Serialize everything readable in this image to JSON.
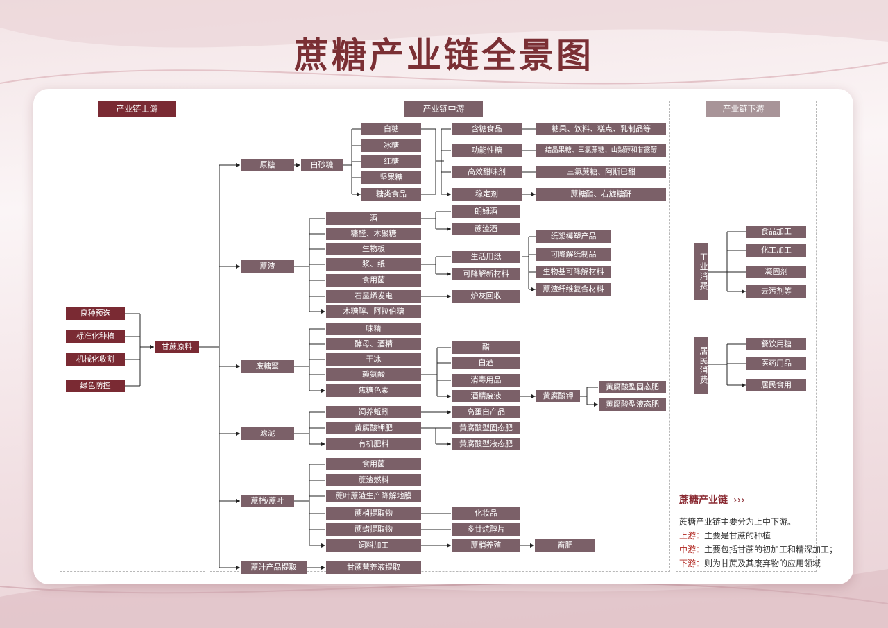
{
  "title": "蔗糖产业链全景图",
  "colors": {
    "dark": "#7a2a33",
    "node": "#7b6068",
    "light": "#a89498",
    "line": "#222222"
  },
  "sections": {
    "upstream": "产业链上游",
    "midstream": "产业链中游",
    "downstream": "产业链下游"
  },
  "upstream": {
    "items": [
      "良种预选",
      "标准化种植",
      "机械化收割",
      "绿色防控"
    ],
    "raw": "甘蔗原料"
  },
  "midstream": {
    "raw_sugar": {
      "label": "原糖",
      "white_sugar": "白砂糖",
      "products": [
        "白糖",
        "冰糖",
        "红糖",
        "坚果糖",
        "糖类食品"
      ],
      "apps": [
        "含糖食品",
        "功能性糖",
        "高效甜味剂",
        "稳定剂"
      ],
      "uses": [
        "糖果、饮料、糕点、乳制品等",
        "结晶果糖、三氯蔗糖、山梨醇和甘露醇",
        "三氯蔗糖、阿斯巴甜",
        "蔗糖酯、右旋糖酐"
      ]
    },
    "bagasse": {
      "label": "蔗渣",
      "products": [
        "酒",
        "糠醛、木聚糖",
        "生物板",
        "浆、纸",
        "食用菌",
        "石墨烯发电",
        "木糖醇、阿拉伯糖"
      ],
      "wines": [
        "朗姆酒",
        "蔗渣酒"
      ],
      "paper": [
        "生活用纸",
        "可降解新材料"
      ],
      "materials": [
        "纸浆模塑产品",
        "可降解纸制品",
        "生物基可降解材料",
        "蔗渣纤维复合材料"
      ],
      "ash": "炉灰回收"
    },
    "molasses": {
      "label": "废糖蜜",
      "products": [
        "味精",
        "酵母、酒精",
        "干冰",
        "赖氨酸",
        "焦糖色素"
      ],
      "derived": [
        "醋",
        "白酒",
        "消毒用品",
        "酒精废液"
      ],
      "potassium": "黄腐酸钾",
      "fertilizers": [
        "黄腐酸型固态肥",
        "黄腐酸型液态肥"
      ]
    },
    "filter_mud": {
      "label": "滤泥",
      "products": [
        "饲养蚯蚓",
        "黄腐酸钾肥",
        "有机肥料"
      ],
      "derived": [
        "高蛋白产品",
        "黄腐酸型固态肥",
        "黄腐酸型液态肥"
      ]
    },
    "tops_leaves": {
      "label": "蔗梢/蔗叶",
      "products": [
        "食用菌",
        "蔗渣燃料",
        "蔗叶蔗渣生产降解地膜",
        "蔗梢提取物",
        "蔗蜡提取物",
        "饲料加工"
      ],
      "derived": [
        "化妆品",
        "多廿烷醇片",
        "蔗梢养殖"
      ],
      "manure": "畜肥"
    },
    "juice": {
      "label": "蔗汁产品提取",
      "product": "甘蔗营养液提取"
    }
  },
  "downstream": {
    "industrial": {
      "label": "工业消费",
      "items": [
        "食品加工",
        "化工加工",
        "凝固剂",
        "去污剂等"
      ]
    },
    "residential": {
      "label": "居民消费",
      "items": [
        "餐饮用糖",
        "医药用品",
        "居民食用"
      ]
    }
  },
  "legend": {
    "title": "蔗糖产业链",
    "arrow": "›››",
    "intro": "蔗糖产业链主要分为上中下游。",
    "rows": [
      {
        "key": "上游：",
        "text": "主要是甘蔗的种植"
      },
      {
        "key": "中游：",
        "text": "主要包括甘蔗的初加工和精深加工；"
      },
      {
        "key": "下游：",
        "text": "则为甘蔗及其废弃物的应用领域"
      }
    ]
  }
}
